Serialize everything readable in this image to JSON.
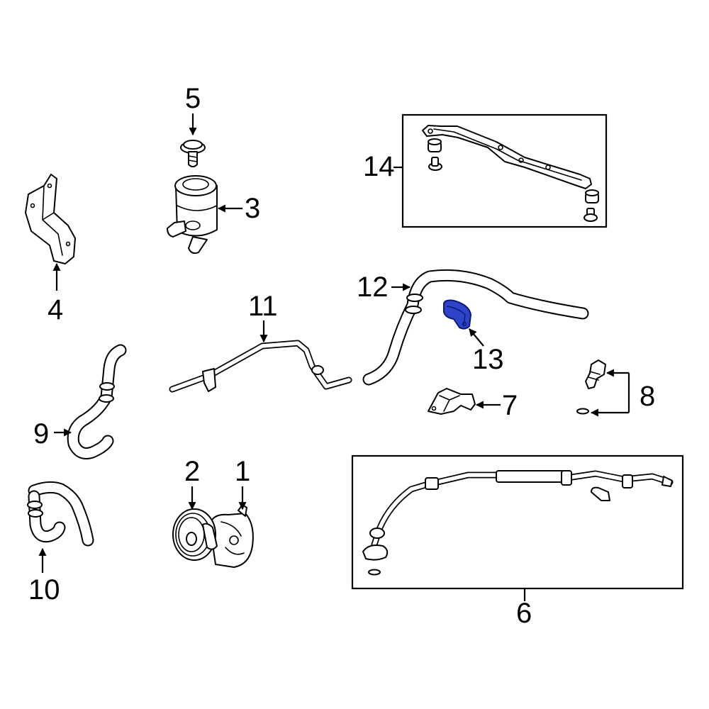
{
  "callouts": {
    "c1": "1",
    "c2": "2",
    "c3": "3",
    "c4": "4",
    "c5": "5",
    "c6": "6",
    "c7": "7",
    "c8": "8",
    "c9": "9",
    "c10": "10",
    "c11": "11",
    "c12": "12",
    "c13": "13",
    "c14": "14"
  },
  "colors": {
    "highlight": "#2e43c8",
    "line": "#000000",
    "background": "#ffffff"
  },
  "highlighted_part": "13"
}
